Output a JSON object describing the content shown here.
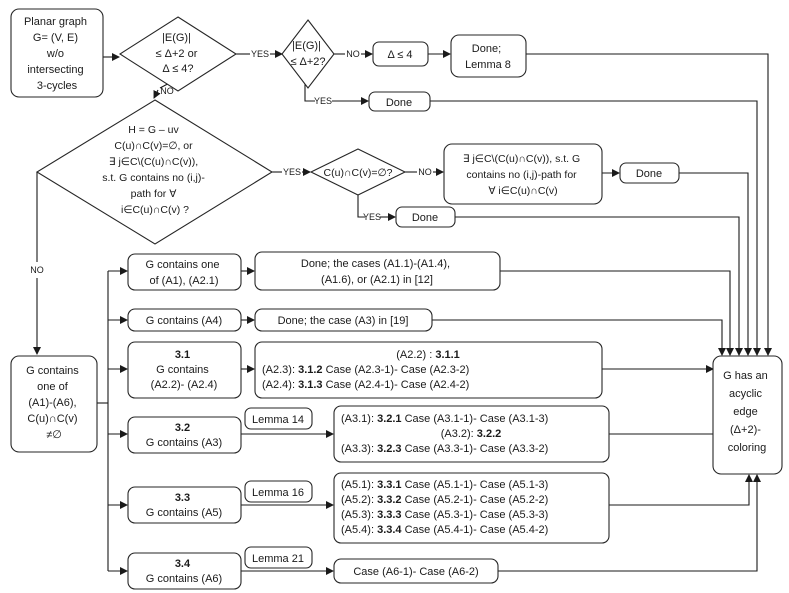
{
  "start": {
    "l1": "Planar graph",
    "l2": "G= (V, E)",
    "l3": "w/o",
    "l4": "intersecting",
    "l5": "3-cycles"
  },
  "d1": {
    "l1": "|E(G)|",
    "l2": "≤ Δ+2 or",
    "l3": "Δ ≤ 4?"
  },
  "d2": {
    "l1": "|E(G)|",
    "l2": "≤ Δ+2?"
  },
  "delta4": "Δ ≤ 4",
  "done_l8": {
    "l1": "Done;",
    "l2": "Lemma 8"
  },
  "done_label": "Done",
  "d3": {
    "l1": "H = G  –  uv",
    "l2": "C(u)∩C(v)=∅,  or",
    "l3": "∃ j∈C\\(C(u)∩C(v)),",
    "l4": "s.t. G contains no (i,j)-",
    "l5": "path for ∀",
    "l6": "i∈C(u)∩C(v) ?"
  },
  "d4": "C(u)∩C(v)=∅?",
  "exist_box": {
    "l1": "∃ j∈C\\(C(u)∩C(v)), s.t. G",
    "l2": "contains no (i,j)-path for",
    "l3": "∀ i∈C(u)∩C(v)"
  },
  "labels": {
    "yes": "YES",
    "no": "NO"
  },
  "left_box": {
    "l1": "G contains",
    "l2": "one of",
    "l3": "(A1)-(A6),",
    "l4": "C(u)∩C(v)",
    "l5": "≠∅"
  },
  "b_a1": {
    "l1": "G contains one",
    "l2": "of (A1), (A2.1)"
  },
  "r_a1": {
    "l1": "Done; the cases (A1.1)-(A1.4),",
    "l2": "(A1.6), or (A2.1)  in [12]"
  },
  "b_a4": "G contains (A4)",
  "r_a4": "Done; the case (A3)  in [19]",
  "b_31": {
    "num": "3.1",
    "l1": "G contains",
    "l2": "(A2.2)- (A2.4)"
  },
  "r_31": {
    "r1_pre": "(A2.2) : ",
    "r1_b": "3.1.1",
    "r2_pre": "(A2.3): ",
    "r2_b": "3.1.2",
    "r2_post": " Case (A2.3-1)- Case  (A2.3-2)",
    "r3_pre": "(A2.4): ",
    "r3_b": "3.1.3",
    "r3_post": " Case (A2.4-1)- Case  (A2.4-2)"
  },
  "b_32": {
    "num": "3.2",
    "l1": "G contains (A3)"
  },
  "lem14": "Lemma 14",
  "r_32": {
    "r1_pre": "(A3.1): ",
    "r1_b": "3.2.1",
    "r1_post": " Case (A3.1-1)- Case  (A3.1-3)",
    "r2_pre": "(A3.2): ",
    "r2_b": "3.2.2",
    "r3_pre": "(A3.3): ",
    "r3_b": "3.2.3",
    "r3_post": " Case (A3.3-1)- Case  (A3.3-2)"
  },
  "b_33": {
    "num": "3.3",
    "l1": "G contains (A5)"
  },
  "lem16": "Lemma 16",
  "r_33": {
    "r1_pre": "(A5.1): ",
    "r1_b": "3.3.1",
    "r1_post": " Case (A5.1-1)- Case  (A5.1-3)",
    "r2_pre": "(A5.2): ",
    "r2_b": "3.3.2",
    "r2_post": " Case (A5.2-1)- Case  (A5.2-2)",
    "r3_pre": "(A5.3): ",
    "r3_b": "3.3.3",
    "r3_post": " Case (A5.3-1)- Case  (A5.3-3)",
    "r4_pre": "(A5.4): ",
    "r4_b": "3.3.4",
    "r4_post": " Case (A5.4-1)- Case  (A5.4-2)"
  },
  "b_34": {
    "num": "3.4",
    "l1": "G contains (A6)"
  },
  "lem21": "Lemma 21",
  "r_34": "Case (A6-1)- Case  (A6-2)",
  "final": {
    "l1": "G has an",
    "l2": "acyclic",
    "l3": "edge",
    "l4": "(Δ+2)-",
    "l5": "coloring"
  }
}
